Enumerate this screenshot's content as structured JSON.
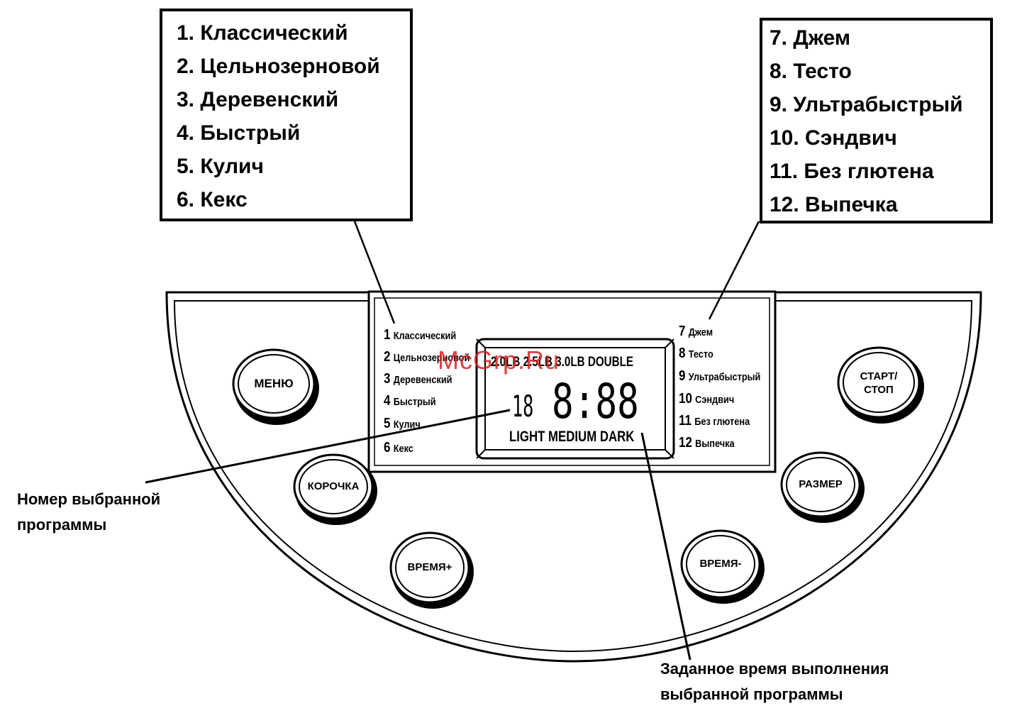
{
  "programs_left": [
    "1. Классический",
    "2. Цельнозерновой",
    "3. Деревенский",
    "4. Быстрый",
    "5. Кулич",
    "6. Кекс"
  ],
  "programs_right": [
    "7. Джем",
    "8. Тесто",
    "9. Ультрабыстрый",
    "10. Сэндвич",
    "11. Без глютена",
    "12. Выпечка"
  ],
  "panel": {
    "legend_left": [
      {
        "num": "1",
        "name": "Классический"
      },
      {
        "num": "2",
        "name": "Цельнозерновой"
      },
      {
        "num": "3",
        "name": "Деревенский"
      },
      {
        "num": "4",
        "name": "Быстрый"
      },
      {
        "num": "5",
        "name": "Кулич"
      },
      {
        "num": "6",
        "name": "Кекс"
      }
    ],
    "legend_right": [
      {
        "num": "7",
        "name": "Джем"
      },
      {
        "num": "8",
        "name": "Тесто"
      },
      {
        "num": "9",
        "name": "Ультрабыстрый"
      },
      {
        "num": "10",
        "name": "Сэндвич"
      },
      {
        "num": "11",
        "name": "Без глютена"
      },
      {
        "num": "12",
        "name": "Выпечка"
      }
    ],
    "display": {
      "top_row": "2.0LB 2.5LB 3.0LB DOUBLE",
      "program_digits": "18",
      "time_digits": "8:88",
      "crust_row": "LIGHT  MEDIUM  DARK"
    },
    "buttons": {
      "menu": "МЕНЮ",
      "crust": "КОРОЧКА",
      "time_plus": "ВРЕМЯ+",
      "start_stop_line1": "СТАРТ/",
      "start_stop_line2": "СТОП",
      "size": "РАЗМЕР",
      "time_minus": "ВРЕМЯ-"
    }
  },
  "annotations": {
    "program_number_line1": "Номер выбранной",
    "program_number_line2": "программы",
    "set_time_line1": "Заданное время выполнения",
    "set_time_line2": "выбранной программы"
  },
  "watermark": "McGrp.Ru"
}
